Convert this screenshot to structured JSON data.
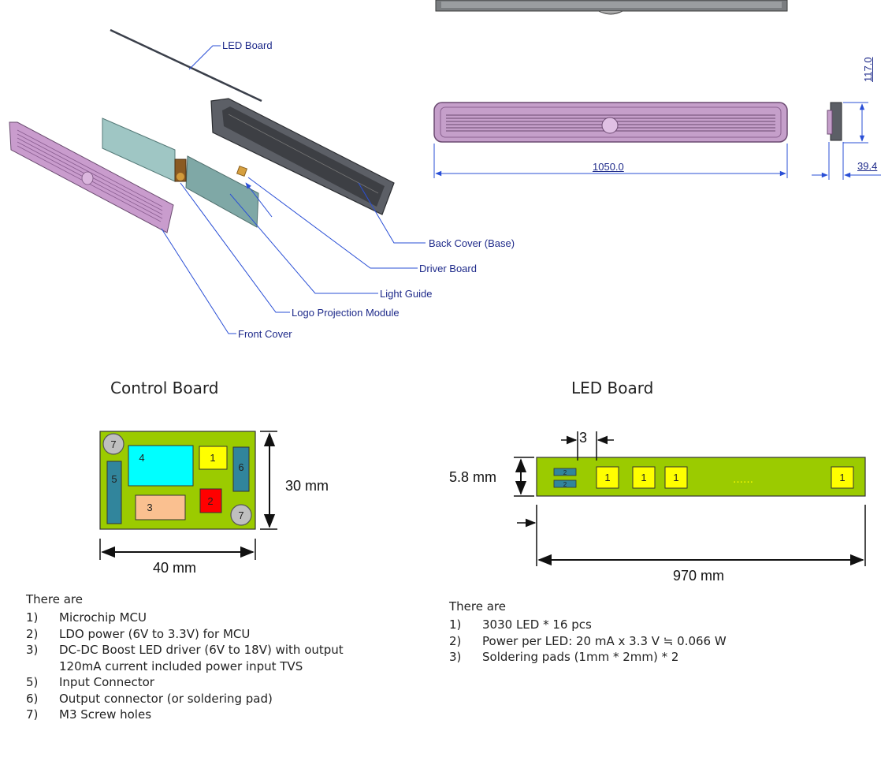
{
  "exploded_view": {
    "labels": {
      "led_board": "LED Board",
      "back_cover": "Back Cover (Base)",
      "driver_board": "Driver Board",
      "light_guide": "Light Guide",
      "logo_module": "Logo Projection Module",
      "front_cover": "Front Cover"
    }
  },
  "cad_dimensions": {
    "length": "1050.0",
    "height": "117.0",
    "depth": "39.4"
  },
  "control_board": {
    "title": "Control Board",
    "width": "40 mm",
    "height": "30 mm",
    "components": {
      "hole": "7",
      "mcu": "4",
      "ldo": "2",
      "driver": "3",
      "input": "5",
      "output": "6",
      "pad1": "1"
    },
    "colors": {
      "board": "#9bcb00",
      "mcu": "#00ffff",
      "ldo": "#ff0000",
      "driver": "#fac090",
      "connector": "#31859c",
      "pad": "#ffff00",
      "hole": "#bfbfbf"
    },
    "notes_intro": "There are",
    "notes": [
      {
        "num": "1)",
        "text": "Microchip MCU"
      },
      {
        "num": "2)",
        "text": "LDO power (6V to 3.3V) for MCU"
      },
      {
        "num": "3)",
        "text": "DC-DC Boost LED driver (6V to 18V) with output",
        "cont": "120mA current included power input TVS"
      },
      {
        "num": "5)",
        "text": "Input Connector"
      },
      {
        "num": "6)",
        "text": "Output connector (or soldering pad)"
      },
      {
        "num": "7)",
        "text": "M3 Screw holes"
      }
    ]
  },
  "led_board": {
    "title": "LED Board",
    "pitch": "3",
    "height": "5.8 mm",
    "length": "970 mm",
    "led_label": "1",
    "pad_label": "2",
    "ellipsis": "……",
    "notes_intro": "There are",
    "notes": [
      {
        "num": "1)",
        "text": "3030 LED * 16 pcs"
      },
      {
        "num": "2)",
        "text": "Power per LED: 20 mA x 3.3 V ≒ 0.066 W"
      },
      {
        "num": "3)",
        "text": "Soldering pads (1mm * 2mm) * 2"
      }
    ]
  }
}
